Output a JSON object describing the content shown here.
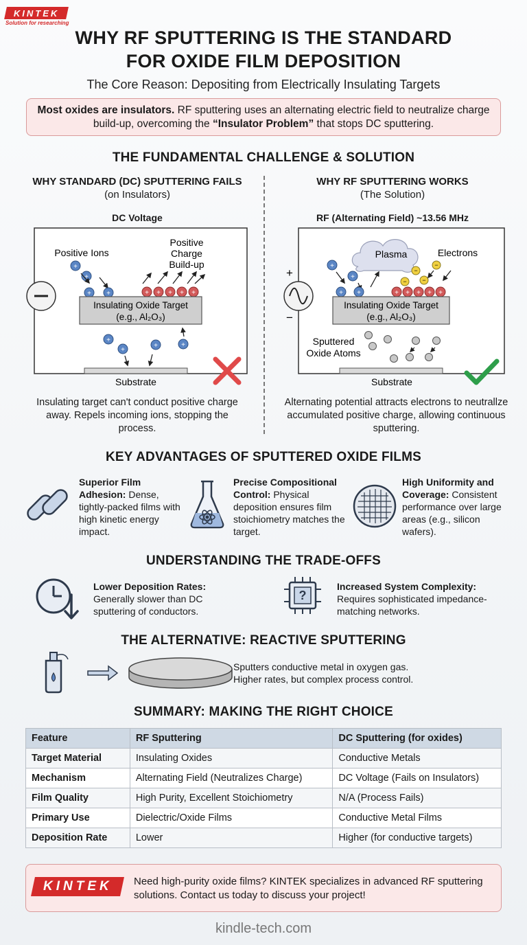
{
  "logo": {
    "name": "KINTEK",
    "tagline": "Solution for researching"
  },
  "title_line1": "WHY RF SPUTTERING IS THE STANDARD",
  "title_line2": "FOR OXIDE FILM DEPOSITION",
  "subtitle": "The Core Reason: Depositing from Electrically Insulating Targets",
  "core": {
    "bold": "Most oxides are insulators.",
    "text1": " RF sputtering uses an alternating electric field to neutralize charge build-up, overcoming the ",
    "bold2": "“Insulator Problem”",
    "text2": " that stops DC sputtering."
  },
  "challenge_heading": "THE FUNDAMENTAL CHALLENGE & SOLUTION",
  "dc": {
    "heading": "WHY STANDARD (DC) SPUTTERING FAILS",
    "sub": "(on Insulators)",
    "diagram_label": "DC Voltage",
    "positive_ions": "Positive Ions",
    "charge_line1": "Positive",
    "charge_line2": "Charge",
    "charge_line3": "Build-up",
    "target_line1": "Insulating Oxide Target",
    "target_line2": "(e.g., Al₂O₃)",
    "substrate": "Substrate",
    "caption": "Insulating target can't conduct positive charge away. Repels incoming ions, stopping the process."
  },
  "rf": {
    "heading": "WHY RF SPUTTERING WORKS",
    "sub": "(The Solution)",
    "diagram_label": "RF (Alternating Field) ~13.56 MHz",
    "plasma": "Plasma",
    "electrons": "Electrons",
    "target_line1": "Insulating Oxide Target",
    "target_line2": "(e.g., Al₂O₃)",
    "sputtered_line1": "Sputtered",
    "sputtered_line2": "Oxide Atoms",
    "substrate": "Substrate",
    "caption": "Alternating potential attracts electrons to neutrallze accumulated positive charge, allowing continuous sputtering."
  },
  "advantages_heading": "KEY ADVANTAGES OF SPUTTERED OXIDE FILMS",
  "advantages": [
    {
      "icon": "chain-link-icon",
      "title": "Superior Film Adhesion:",
      "text": " Dense, tightly-packed films with high kinetic energy impact."
    },
    {
      "icon": "flask-atom-icon",
      "title": "Precise Compositional Control:",
      "text": " Physical deposition ensures film stoichiometry matches the target."
    },
    {
      "icon": "wafer-icon",
      "title": "High Uniformity and Coverage:",
      "text": " Consistent performance over large areas (e.g., silicon wafers)."
    }
  ],
  "tradeoffs_heading": "UNDERSTANDING THE TRADE-OFFS",
  "tradeoffs": [
    {
      "icon": "clock-down-icon",
      "title": "Lower Deposition Rates:",
      "text": " Generally slower than DC sputtering of conductors."
    },
    {
      "icon": "chip-question-icon",
      "title": "Increased System Complexity:",
      "text": " Requires sophisticated impedance-matching networks."
    }
  ],
  "alternative_heading": "THE ALTERNATIVE: REACTIVE SPUTTERING",
  "alternative_text1": "Sputters conductive metal in oxygen gas.",
  "alternative_text2": "Higher rates, but complex process control.",
  "summary_heading": "SUMMARY: MAKING THE RIGHT CHOICE",
  "table": {
    "headers": [
      "Feature",
      "RF Sputtering",
      "DC Sputtering (for oxides)"
    ],
    "rows": [
      [
        "Target Material",
        "Insulating Oxides",
        "Conductive Metals"
      ],
      [
        "Mechanism",
        "Alternating Field (Neutralizes Charge)",
        "DC Voltage (Fails on Insulators)"
      ],
      [
        "Film Quality",
        "High Purity, Excellent Stoichiometry",
        "N/A (Process Fails)"
      ],
      [
        "Primary Use",
        "Dielectric/Oxide Films",
        "Conductive Metal Films"
      ],
      [
        "Deposition Rate",
        "Lower",
        "Higher (for conductive targets)"
      ]
    ]
  },
  "cta": {
    "logo": "KINTEK",
    "text": "Need high-purity oxide films? KINTEK specializes in advanced RF sputtering solutions. Contact us today to discuss your project!"
  },
  "footer": "kindle-tech.com",
  "colors": {
    "accent": "#d42a2a",
    "ion_blue": "#5b86c5",
    "charge_red": "#d25a5a",
    "electron_yellow": "#f0d040",
    "check_green": "#2e9e4a"
  }
}
